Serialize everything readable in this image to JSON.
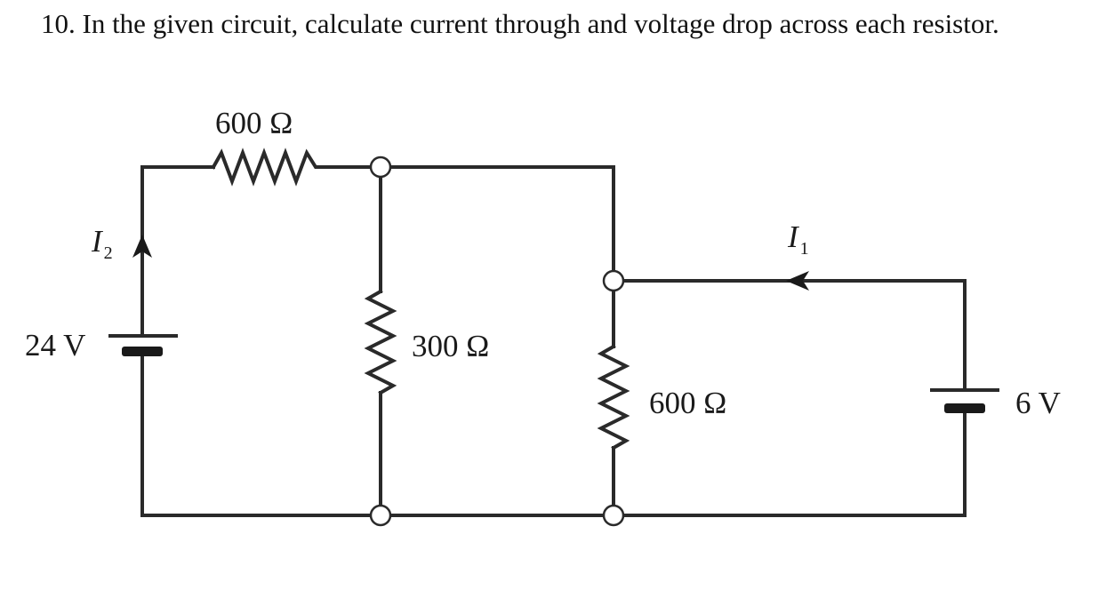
{
  "question": {
    "text": "10. In the given circuit, calculate current through and voltage drop across each resistor."
  },
  "diagram": {
    "resistors": {
      "top": "600 Ω",
      "middle": "300 Ω",
      "right": "600 Ω"
    },
    "sources": {
      "left": "24 V",
      "right": "6 V"
    },
    "currents": {
      "i2": {
        "symbol": "I",
        "subscript": "2"
      },
      "i1": {
        "symbol": "I",
        "subscript": "1"
      }
    }
  }
}
